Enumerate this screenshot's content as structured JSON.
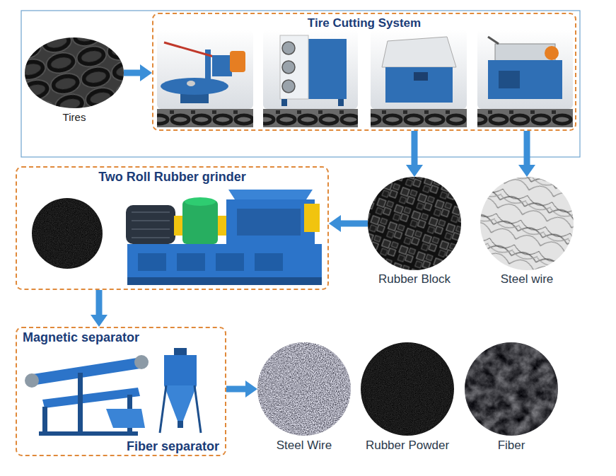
{
  "diagram": {
    "nodes": [
      {
        "text": [
          "Tires"
        ]
      },
      {
        "text": [
          "Tire Cutting System"
        ]
      },
      {
        "text": [
          "Rubber Block"
        ]
      },
      {
        "text": [
          "Steel wire"
        ]
      },
      {
        "text": [
          "Two Roll Rubber grinder"
        ]
      },
      {
        "text": [
          "Magnetic separator",
          "Fiber separator"
        ]
      },
      {
        "text": [
          "Steel Wire"
        ]
      },
      {
        "text": [
          "Rubber Powder"
        ]
      },
      {
        "text": [
          "Fiber"
        ]
      }
    ],
    "edges": [
      {
        "from": 0,
        "to": 1,
        "arrow": "to"
      },
      {
        "from": 1,
        "to": 2,
        "arrow": "to"
      },
      {
        "from": 1,
        "to": 3,
        "arrow": "to"
      },
      {
        "from": 2,
        "to": 4,
        "arrow": "to"
      },
      {
        "from": 4,
        "to": 5,
        "arrow": "to"
      },
      {
        "from": 5,
        "to": 6,
        "arrow": "to"
      }
    ]
  }
}
